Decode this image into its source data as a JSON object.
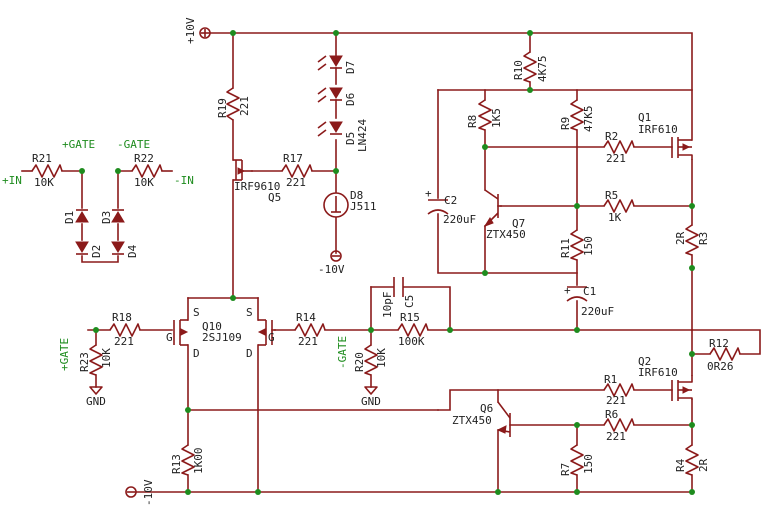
{
  "rails": {
    "pos": "+10V",
    "neg": "-10V",
    "neg_d8": "-10V"
  },
  "nets": {
    "plus_gate": "+GATE",
    "minus_gate": "-GATE",
    "plus_in": "+IN",
    "minus_in": "-IN",
    "gnd1": "GND",
    "gnd2": "GND"
  },
  "resistors": {
    "r21": {
      "name": "R21",
      "value": "10K"
    },
    "r22": {
      "name": "R22",
      "value": "10K"
    },
    "r19": {
      "name": "R19",
      "value": "221"
    },
    "r17": {
      "name": "R17",
      "value": "221"
    },
    "r18": {
      "name": "R18",
      "value": "221"
    },
    "r23": {
      "name": "R23",
      "value": "10K"
    },
    "r14": {
      "name": "R14",
      "value": "221"
    },
    "r20": {
      "name": "R20",
      "value": "10K"
    },
    "r15": {
      "name": "R15",
      "value": "100K"
    },
    "r13": {
      "name": "R13",
      "value": "1K00"
    },
    "r10": {
      "name": "R10",
      "value": "4K75"
    },
    "r8": {
      "name": "R8",
      "value": "1K5"
    },
    "r9": {
      "name": "R9",
      "value": "47K5"
    },
    "r2": {
      "name": "R2",
      "value": "221"
    },
    "r5": {
      "name": "R5",
      "value": "1K"
    },
    "r11": {
      "name": "R11",
      "value": "150"
    },
    "r3": {
      "name": "R3",
      "value": "2R"
    },
    "r12": {
      "name": "R12",
      "value": "0R26"
    },
    "r1": {
      "name": "R1",
      "value": "221"
    },
    "r6": {
      "name": "R6",
      "value": "221"
    },
    "r7": {
      "name": "R7",
      "value": "150"
    },
    "r4": {
      "name": "R4",
      "value": "2R"
    }
  },
  "capacitors": {
    "c2": {
      "name": "C2",
      "value": "220uF"
    },
    "c1": {
      "name": "C1",
      "value": "220uF"
    },
    "c5": {
      "name": "C5",
      "value": "10pF"
    }
  },
  "diodes": {
    "d1": "D1",
    "d2": "D2",
    "d3": "D3",
    "d4": "D4",
    "d5": "D5",
    "d6": "D6",
    "d7": "D7",
    "led_part": "LN424",
    "d8": "D8",
    "d8_part": "J511"
  },
  "transistors": {
    "q5": {
      "name": "Q5",
      "part": "IRF9610"
    },
    "q10": {
      "name": "Q10",
      "part": "2SJ109"
    },
    "q7": {
      "name": "Q7",
      "part": "ZTX450"
    },
    "q6": {
      "name": "Q6",
      "part": "ZTX450"
    },
    "q1": {
      "name": "Q1",
      "part": "IRF610"
    },
    "q2": {
      "name": "Q2",
      "part": "IRF610"
    }
  },
  "pins": {
    "s_left": "S",
    "s_right": "S",
    "g_left": "G",
    "g_right": "G",
    "d_left": "D",
    "d_right": "D"
  }
}
